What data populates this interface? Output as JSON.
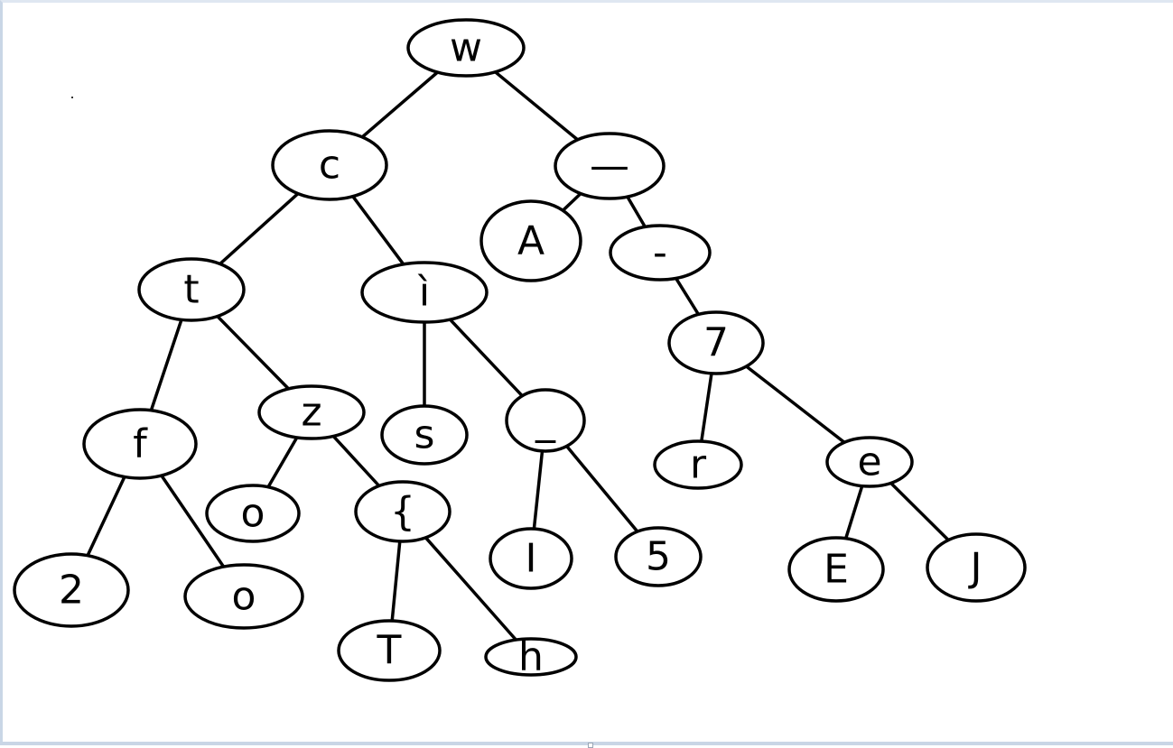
{
  "tree": {
    "nodes": [
      {
        "id": "w",
        "label": "w"
      },
      {
        "id": "c",
        "label": "c"
      },
      {
        "id": "dash1",
        "label": "—"
      },
      {
        "id": "t",
        "label": "t"
      },
      {
        "id": "i",
        "label": "ì"
      },
      {
        "id": "A",
        "label": "A"
      },
      {
        "id": "dash2",
        "label": "-"
      },
      {
        "id": "f",
        "label": "f"
      },
      {
        "id": "z",
        "label": "z"
      },
      {
        "id": "s",
        "label": "s"
      },
      {
        "id": "under",
        "label": "_"
      },
      {
        "id": "seven",
        "label": "7"
      },
      {
        "id": "two",
        "label": "2"
      },
      {
        "id": "o1",
        "label": "o"
      },
      {
        "id": "o2",
        "label": "o"
      },
      {
        "id": "brace",
        "label": "{"
      },
      {
        "id": "I",
        "label": "I"
      },
      {
        "id": "five",
        "label": "5"
      },
      {
        "id": "r",
        "label": "r"
      },
      {
        "id": "e",
        "label": "e"
      },
      {
        "id": "T",
        "label": "T"
      },
      {
        "id": "h",
        "label": "h"
      },
      {
        "id": "E",
        "label": "E"
      },
      {
        "id": "J",
        "label": "J"
      }
    ],
    "edges": [
      [
        "w",
        "c"
      ],
      [
        "w",
        "dash1"
      ],
      [
        "c",
        "t"
      ],
      [
        "c",
        "i"
      ],
      [
        "dash1",
        "A"
      ],
      [
        "dash1",
        "dash2"
      ],
      [
        "t",
        "f"
      ],
      [
        "t",
        "z"
      ],
      [
        "i",
        "s"
      ],
      [
        "i",
        "under"
      ],
      [
        "dash2",
        "seven"
      ],
      [
        "f",
        "two"
      ],
      [
        "f",
        "o2"
      ],
      [
        "z",
        "o1"
      ],
      [
        "z",
        "brace"
      ],
      [
        "under",
        "I"
      ],
      [
        "under",
        "five"
      ],
      [
        "seven",
        "r"
      ],
      [
        "seven",
        "e"
      ],
      [
        "brace",
        "T"
      ],
      [
        "brace",
        "h"
      ],
      [
        "e",
        "E"
      ],
      [
        "e",
        "J"
      ]
    ]
  }
}
